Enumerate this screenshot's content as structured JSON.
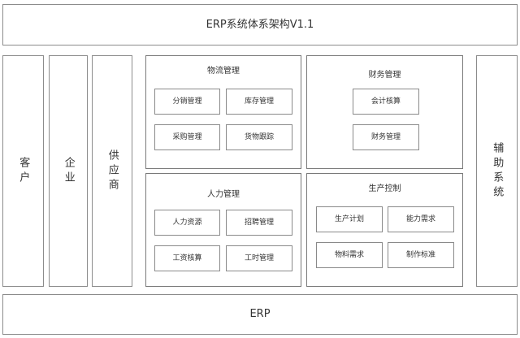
{
  "diagram": {
    "title": "ERP系统体系架构V1.1",
    "footer": "ERP",
    "left_columns": [
      {
        "label": "客户"
      },
      {
        "label": "企业"
      },
      {
        "label": "供应商"
      }
    ],
    "right_column": {
      "label": "辅助系统"
    },
    "modules": [
      {
        "title": "物流管理",
        "items": [
          "分销管理",
          "库存管理",
          "采购管理",
          "货物跟踪"
        ]
      },
      {
        "title": "财务管理",
        "items": [
          "会计核算",
          "财务管理"
        ]
      },
      {
        "title": "人力管理",
        "items": [
          "人力资源",
          "招聘管理",
          "工资核算",
          "工时管理"
        ]
      },
      {
        "title": "生产控制",
        "items": [
          "生产计划",
          "能力需求",
          "物料需求",
          "制作标准"
        ]
      }
    ]
  }
}
